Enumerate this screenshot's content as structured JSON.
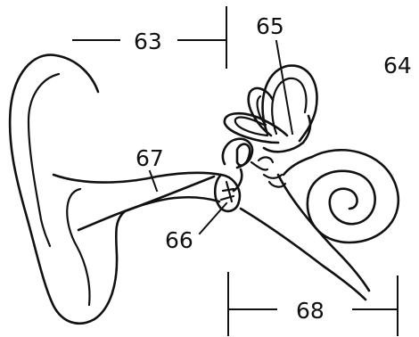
{
  "labels": {
    "l63": "63",
    "l64": "64",
    "l65": "65",
    "l66": "66",
    "l67": "67",
    "l68": "68"
  },
  "colors": {
    "ink": "#111111",
    "background": "#ffffff"
  }
}
